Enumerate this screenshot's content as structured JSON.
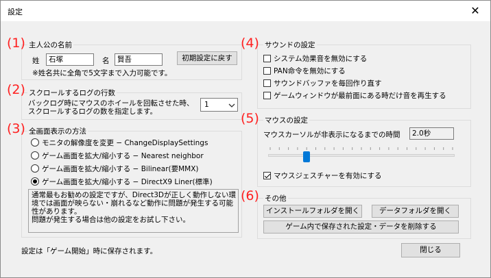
{
  "window": {
    "title": "設定",
    "close_glyph": "✕"
  },
  "markers": [
    "(1)",
    "(2)",
    "(3)",
    "(4)",
    "(5)",
    "(6)"
  ],
  "name_group": {
    "label": "主人公の名前",
    "sei_label": "姓",
    "sei_value": "石塚",
    "mei_label": "名",
    "mei_value": "賢吾",
    "reset_label": "初期設定に戻す",
    "note": "※姓名共に全角で5文字まで入力可能です。"
  },
  "scroll_group": {
    "label": "スクロールするログの行数",
    "desc_line1": "バックログ時にマウスのホイールを回転させた時、",
    "desc_line2": "スクロールするログの数を指定します。",
    "value": "1"
  },
  "fullscreen_group": {
    "label": "全画面表示の方法",
    "options": [
      {
        "label": "モニタの解像度を変更 − ChangeDisplaySettings",
        "selected": false
      },
      {
        "label": "ゲーム画面を拡大/縮小する − Nearest neighbor",
        "selected": false
      },
      {
        "label": "ゲーム画面を拡大/縮小する − Bilinear(要MMX)",
        "selected": false
      },
      {
        "label": "ゲーム画面を拡大/縮小する − DirectX9 Liner(標準)",
        "selected": true
      }
    ],
    "description": [
      "通常最もお勧めの設定ですが、Direct3Dが正しく動作しない環",
      "境では画面が映らない・崩れるなど動作に問題が発生する可能",
      "性があります。",
      "問題が発生する場合は他の設定をお試し下さい。"
    ]
  },
  "sound_group": {
    "label": "サウンドの設定",
    "options": [
      {
        "label": "システム効果音を無効にする",
        "checked": false
      },
      {
        "label": "PAN命令を無効にする",
        "checked": false
      },
      {
        "label": "サウンドバッファを毎回作り直す",
        "checked": false
      },
      {
        "label": "ゲームウィンドウが最前面にある時だけ音を再生する",
        "checked": false
      }
    ]
  },
  "mouse_group": {
    "label": "マウスの設定",
    "cursor_hide_label": "マウスカーソルが非表示になるまでの時間",
    "cursor_hide_value": "2.0秒",
    "slider_fraction": 0.2,
    "gesture_label": "マウスジェスチャーを有効にする",
    "gesture_checked": true
  },
  "other_group": {
    "label": "その他",
    "install_folder_button": "インストールフォルダを開く",
    "data_folder_button": "データフォルダを開く",
    "delete_button": "ゲーム内で保存された設定・データを削除する"
  },
  "footer": {
    "note": "設定は「ゲーム開始」時に保存されます。",
    "close_button": "閉じる"
  },
  "colors": {
    "marker": "#ff2020",
    "slider_thumb": "#0078d7",
    "background": "#f0f0f0"
  }
}
